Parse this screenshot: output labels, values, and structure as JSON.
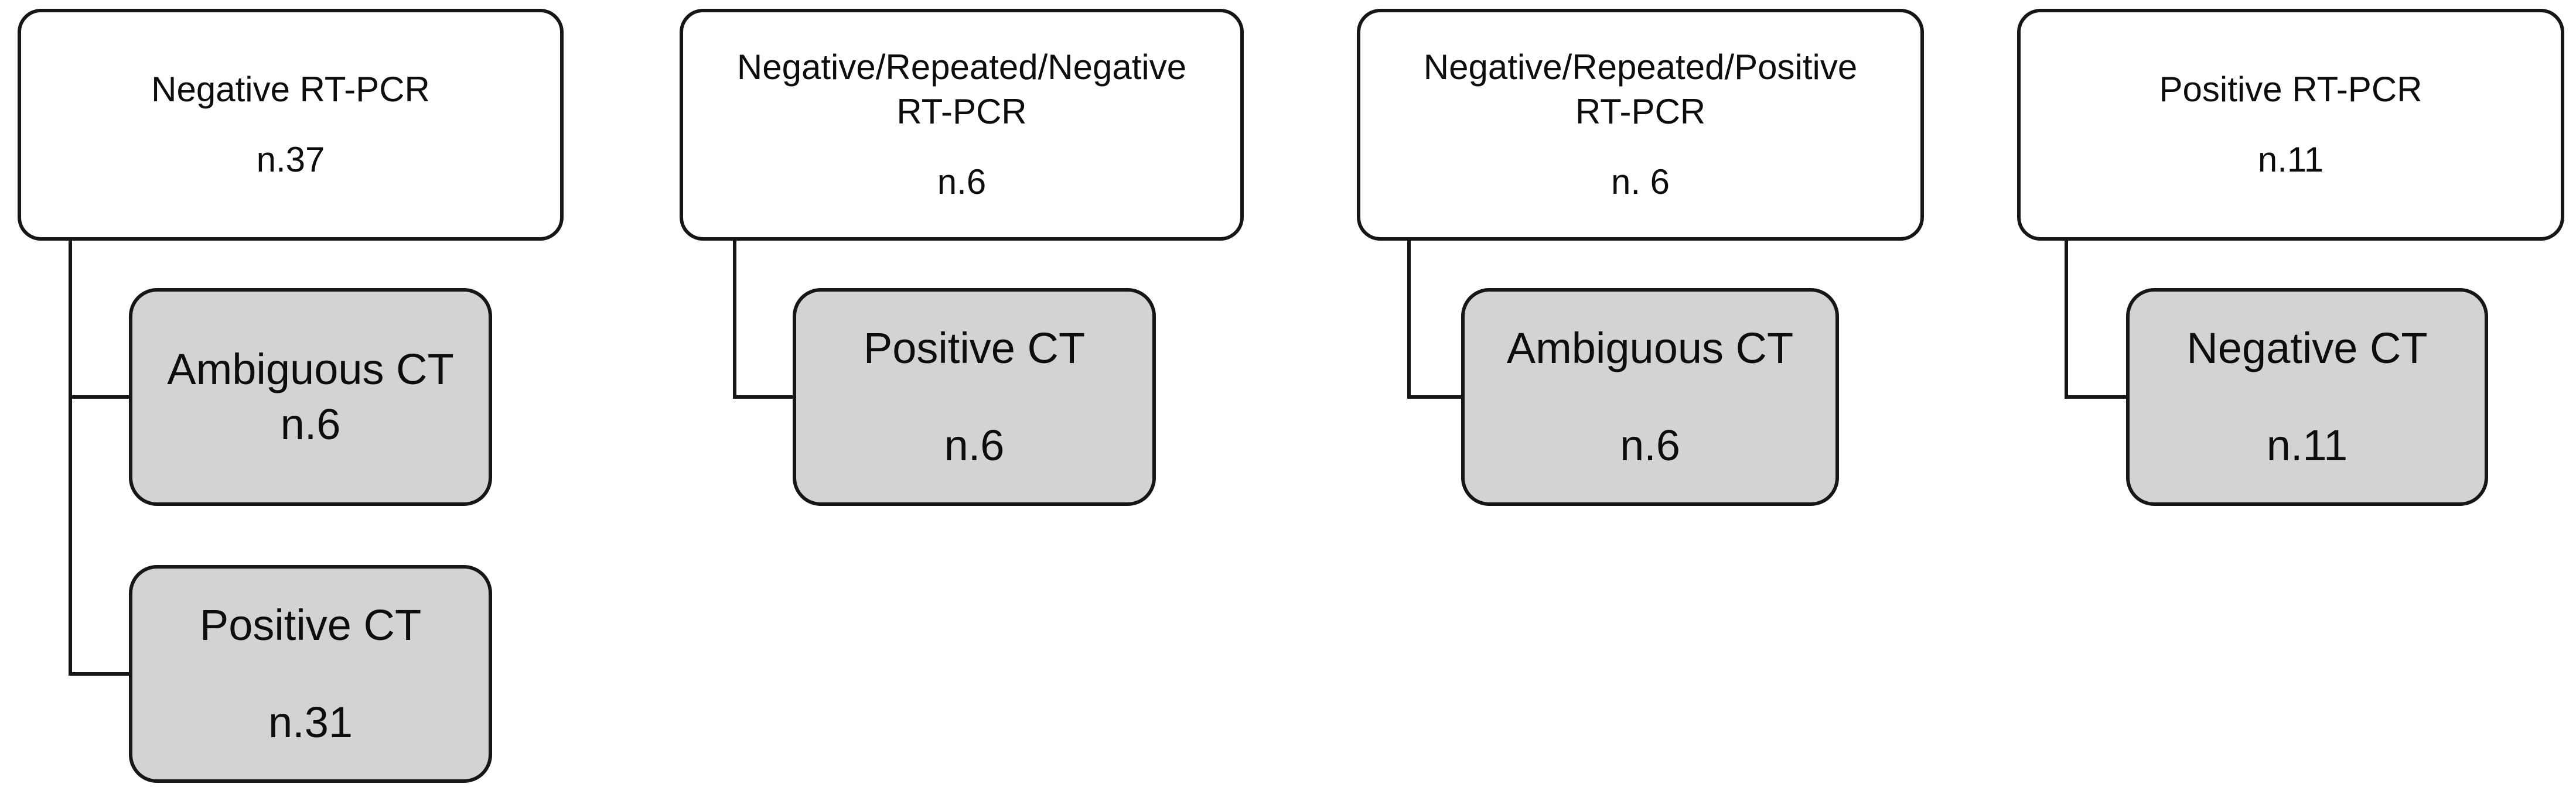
{
  "diagram": {
    "background_color": "#ffffff",
    "border_color": "#161616",
    "parent_fill": "#ffffff",
    "child_fill": "#d3d3d3",
    "columns": [
      {
        "parent": {
          "line1": "Negative RT-PCR",
          "count": "n.37"
        },
        "children": [
          {
            "label": "Ambiguous CT",
            "count": "n.6"
          },
          {
            "label": "Positive CT",
            "count": "n.31"
          }
        ]
      },
      {
        "parent": {
          "line1": "Negative/Repeated/Negative",
          "line2": "RT-PCR",
          "count": "n.6"
        },
        "children": [
          {
            "label": "Positive CT",
            "count": "n.6"
          }
        ]
      },
      {
        "parent": {
          "line1": "Negative/Repeated/Positive",
          "line2": "RT-PCR",
          "count": "n. 6"
        },
        "children": [
          {
            "label": "Ambiguous CT",
            "count": "n.6"
          }
        ]
      },
      {
        "parent": {
          "line1": "Positive RT-PCR",
          "count": "n.11"
        },
        "children": [
          {
            "label": "Negative CT",
            "count": "n.11"
          }
        ]
      }
    ]
  }
}
